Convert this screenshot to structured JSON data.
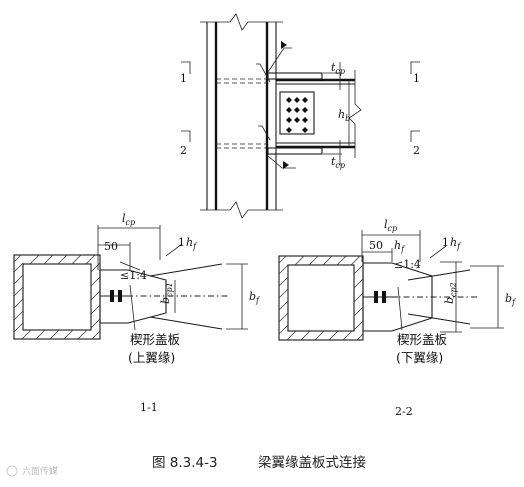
{
  "labels": {
    "section_mark_1": "1",
    "section_mark_2": "2",
    "section_1_1": "1-1",
    "section_2_2": "2-2",
    "l_cp": "l",
    "l_cp_sub": "cp",
    "t_cp": "t",
    "t_cp_sub": "cp",
    "h_b": "h",
    "h_b_sub": "b",
    "h_f": "h",
    "h_f_sub": "f",
    "b_f": "b",
    "b_f_sub": "f",
    "b_cp1": "b",
    "b_cp1_sub": "cp1",
    "b_cp2": "b",
    "b_cp2_sub": "cp2",
    "dim_50": "50",
    "one": "1",
    "slope": "≤1:4",
    "plate_name": "楔形盖板",
    "upper_flange": "(上翼缘)",
    "lower_flange": "(下翼缘)"
  },
  "caption": {
    "number": "图 8.3.4-3",
    "title": "梁翼缘盖板式连接"
  },
  "watermark": "六面传媒"
}
